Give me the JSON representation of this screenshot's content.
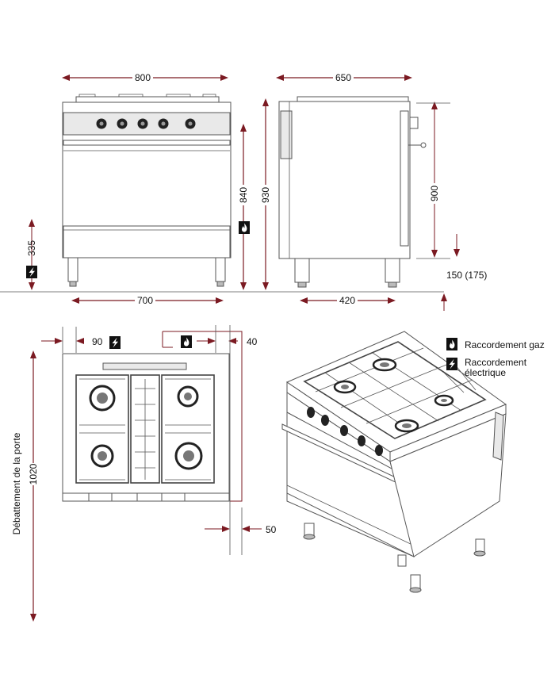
{
  "dimensions": {
    "front_width": "800",
    "side_depth": "650",
    "control_height": "840",
    "total_height": "930",
    "side_height": "900",
    "electric_height": "335",
    "feet_span": "700",
    "side_feet_span": "420",
    "leg_height": "150 (175)",
    "electric_offset": "90",
    "gas_offset": "40",
    "door_swing": "1020",
    "door_swing_label": "Débattement de la porte",
    "rear_clearance": "50"
  },
  "legend": {
    "gas": "Raccordement gaz",
    "electric_line1": "Raccordement",
    "electric_line2": "électrique"
  },
  "icons": {
    "gas": "gas-connection-icon",
    "electric": "electric-connection-icon"
  },
  "colors": {
    "dimension": "#7b1a22",
    "outline": "#555555"
  }
}
